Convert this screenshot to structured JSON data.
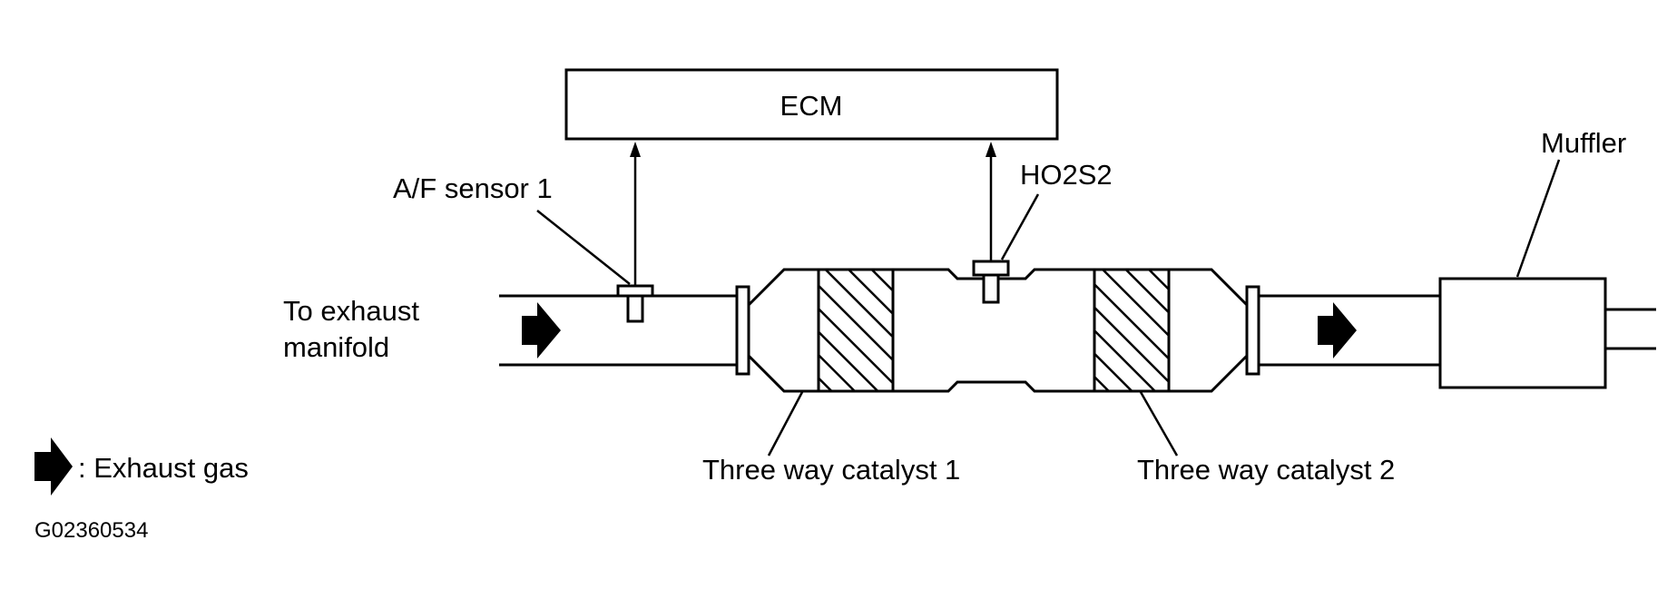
{
  "diagram": {
    "ecm_label": "ECM",
    "af_sensor_label": "A/F sensor 1",
    "ho2s2_label": "HO2S2",
    "muffler_label": "Muffler",
    "exhaust_manifold_label_line1": "To exhaust",
    "exhaust_manifold_label_line2": "manifold",
    "catalyst1_label": "Three way catalyst 1",
    "catalyst2_label": "Three way catalyst 2",
    "legend_text": ": Exhaust gas",
    "figure_code": "G02360534"
  }
}
